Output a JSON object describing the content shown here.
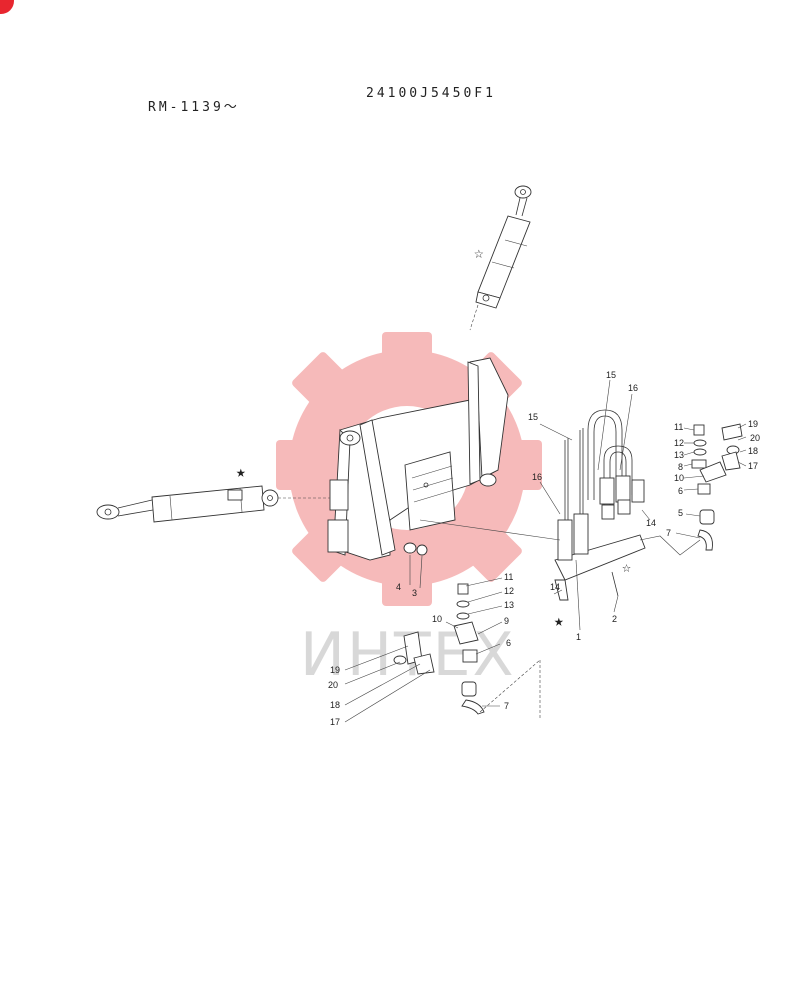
{
  "header": {
    "serial_range": "RM-1139〜",
    "part_number": "24100J5450F1"
  },
  "watermark": {
    "text": "ИНТЕХ",
    "gear_color": "#f4a4a4"
  },
  "marks": {
    "filled_star": "★",
    "open_star": "☆"
  },
  "callouts": {
    "c1": "1",
    "c2": "2",
    "c3": "3",
    "c4": "4",
    "c5": "5",
    "c6a": "6",
    "c6b": "6",
    "c7a": "7",
    "c7b": "7",
    "c8": "8",
    "c9": "9",
    "c10a": "10",
    "c10b": "10",
    "c11a": "11",
    "c11b": "11",
    "c12a": "12",
    "c12b": "12",
    "c13a": "13",
    "c13b": "13",
    "c14a": "14",
    "c14b": "14",
    "c15a": "15",
    "c15b": "15",
    "c16a": "16",
    "c16b": "16",
    "c17a": "17",
    "c17b": "17",
    "c18a": "18",
    "c18b": "18",
    "c19a": "19",
    "c19b": "19",
    "c20a": "20",
    "c20b": "20"
  },
  "colors": {
    "accent_dot": "#e8262f",
    "ink": "#222222"
  }
}
